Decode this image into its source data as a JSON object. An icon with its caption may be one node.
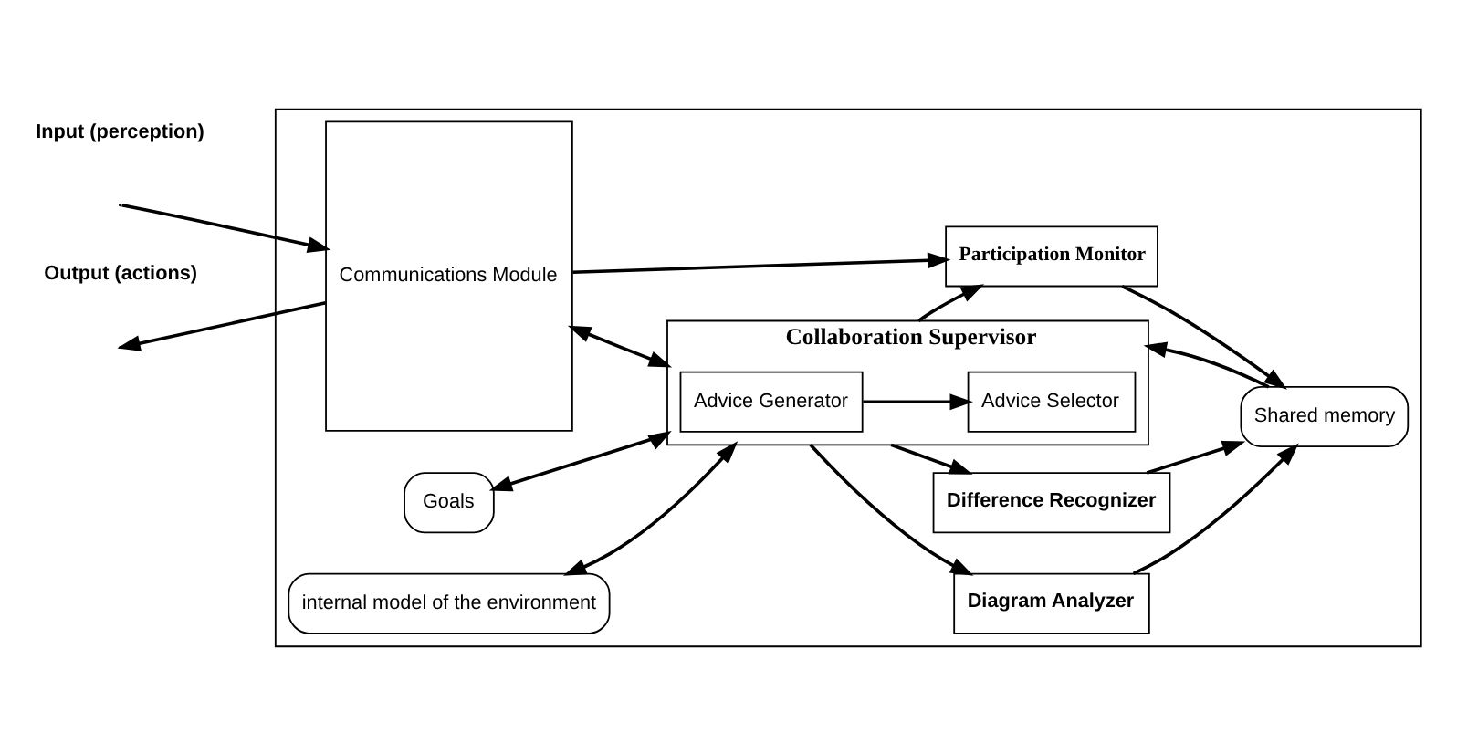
{
  "diagram": {
    "nodes": [
      {
        "text": [],
        "shape": "box"
      },
      {
        "text": [
          "Communications Module"
        ],
        "in": 0
      },
      {
        "text": [
          "Goals"
        ],
        "in": 0
      },
      {
        "text": [
          "internal model of the environment"
        ],
        "in": 0
      },
      {
        "text": [
          "Collaboration Supervisor"
        ],
        "in": 0
      },
      {
        "text": [
          "Advice Generator"
        ],
        "in": 4
      },
      {
        "text": [
          "Advice Selector"
        ],
        "in": 4
      },
      {
        "text": [
          "Diagram Analyzer"
        ],
        "in": 0
      },
      {
        "text": [
          "Difference Recognizer"
        ],
        "in": 0
      },
      {
        "text": [
          "Participation Monitor"
        ],
        "in": 0
      },
      {
        "text": [
          "Shared memory"
        ],
        "in": 0
      }
    ],
    "edges": [
      {
        "from": null,
        "to": 1,
        "arrow": "to"
      },
      {
        "from": 1,
        "to": null,
        "arrow": "to"
      },
      {
        "from": 2,
        "to": 4,
        "arrow": "both"
      },
      {
        "from": 3,
        "to": 4,
        "arrow": "both"
      },
      {
        "from": 1,
        "to": 4,
        "arrow": "both"
      },
      {
        "from": 5,
        "to": 6,
        "arrow": "to"
      },
      {
        "from": 4,
        "to": 7,
        "arrow": "to"
      },
      {
        "from": 4,
        "to": 8,
        "arrow": "to"
      },
      {
        "from": 4,
        "to": 9,
        "arrow": "to"
      },
      {
        "from": 10,
        "to": 4,
        "arrow": "to"
      },
      {
        "from": 8,
        "to": 10,
        "arrow": "to"
      },
      {
        "from": 7,
        "to": 10,
        "arrow": "to"
      },
      {
        "from": 1,
        "to": 9,
        "arrow": "to"
      },
      {
        "from": 9,
        "to": 10,
        "arrow": "to"
      }
    ],
    "labels": [
      "Input (perception)",
      "Output (actions)"
    ]
  }
}
